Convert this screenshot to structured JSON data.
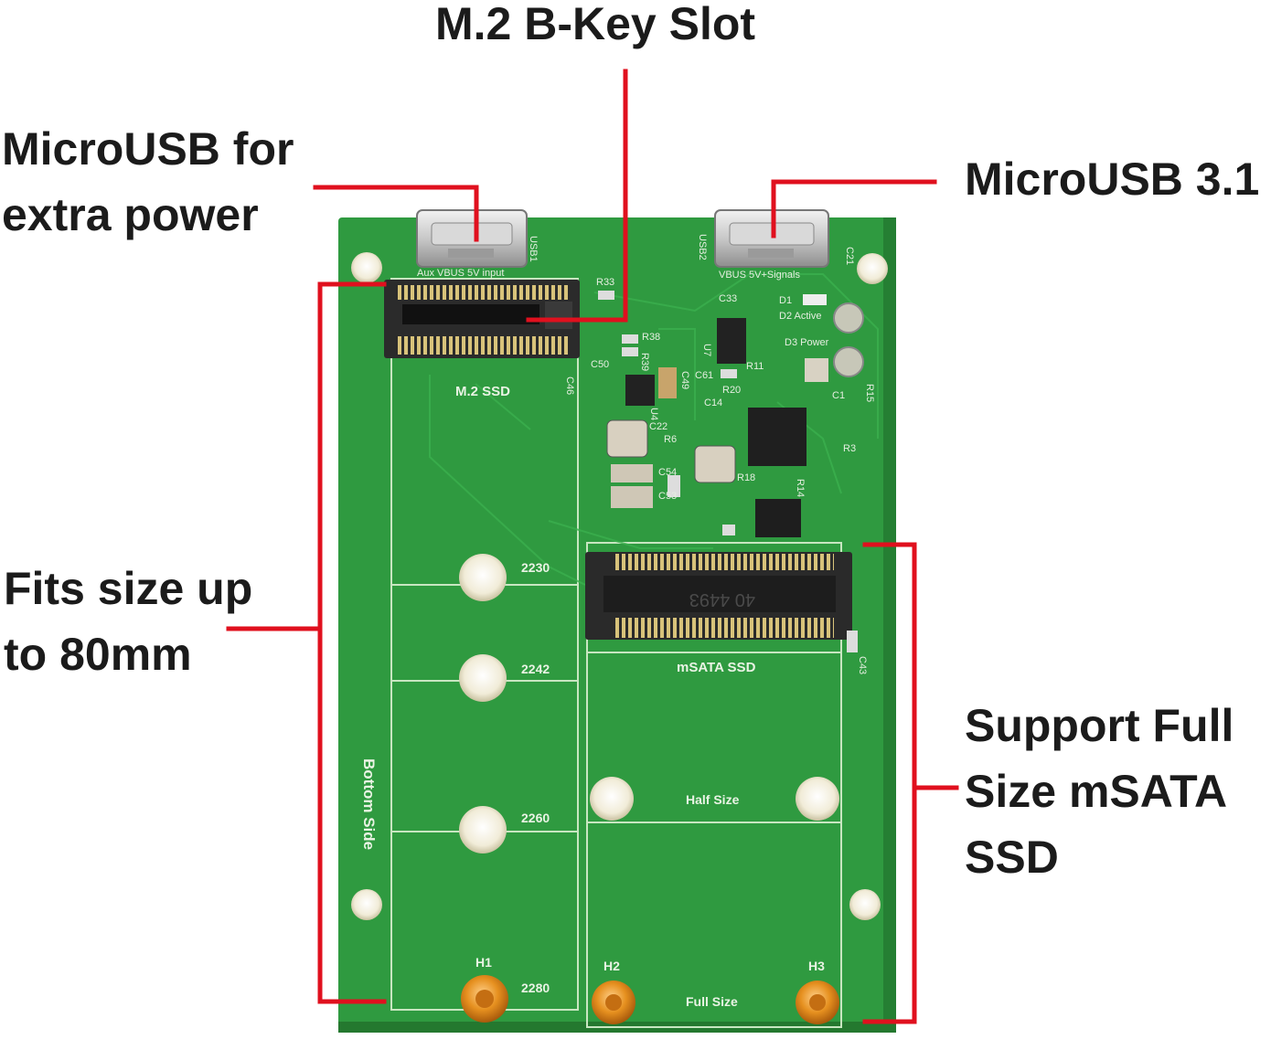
{
  "callouts": {
    "m2_slot": {
      "lines": [
        "M.2 B-Key Slot"
      ]
    },
    "microusb_power": {
      "lines": [
        "MicroUSB for",
        "extra power"
      ]
    },
    "microusb31": {
      "lines": [
        "MicroUSB 3.1"
      ]
    },
    "fits_size": {
      "lines": [
        "Fits size up",
        "to 80mm"
      ]
    },
    "msata_support": {
      "lines": [
        "Support Full",
        "Size mSATA",
        "SSD"
      ]
    }
  },
  "board": {
    "m2_label": "M.2 SSD",
    "msata_label": "mSATA SSD",
    "bottom_side": "Bottom Side",
    "usb1_label": "USB1",
    "usb2_label": "USB2",
    "aux_vbus": "Aux VBUS 5V input",
    "vbus_signals": "VBUS 5V+Signals",
    "d2_active": "D2 Active",
    "d3_power": "D3 Power",
    "lengths": [
      "2230",
      "2242",
      "2260",
      "2280"
    ],
    "half_size": "Half Size",
    "full_size": "Full Size",
    "holes": [
      "H1",
      "H2",
      "H3"
    ],
    "connector_marking": "40 4493",
    "components": [
      "R33",
      "C33",
      "R38",
      "R39",
      "C50",
      "C61",
      "R20",
      "C14",
      "C49",
      "C46",
      "C22",
      "R6",
      "C54",
      "C53",
      "R18",
      "R14",
      "C43",
      "C21",
      "D1",
      "R11",
      "R15",
      "R3",
      "U7",
      "U4",
      "C1"
    ]
  },
  "colors": {
    "pcb": "#2f9a40",
    "pcb_dark": "#257f33",
    "callout_line": "#e0101e",
    "text": "#1b1b1b",
    "silkscreen": "#e9f3e4",
    "standoff_brass": "#e08a1e"
  }
}
